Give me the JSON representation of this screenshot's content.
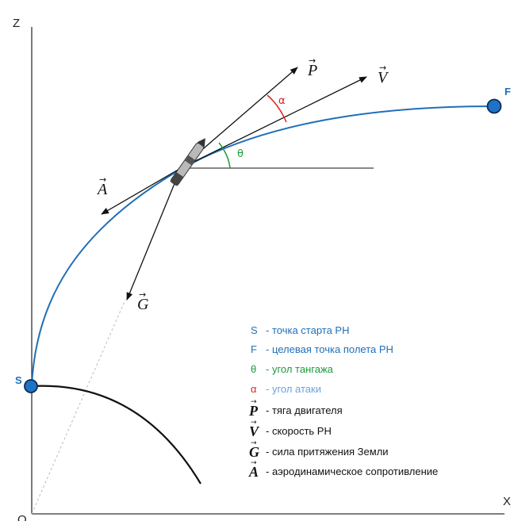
{
  "axes": {
    "z_label": "Z",
    "x_label": "X",
    "origin_label": "O"
  },
  "points": {
    "start": "S",
    "finish": "F"
  },
  "vectors": {
    "P": "P",
    "V": "V",
    "A": "A",
    "G": "G",
    "arrow": "→"
  },
  "angles": {
    "alpha": "α",
    "theta": "θ"
  },
  "legend": [
    {
      "symbol": "S",
      "text": "- точка старта РН",
      "color": "#1f6fb8"
    },
    {
      "symbol": "F",
      "text": "- целевая точка полета РН",
      "color": "#1f6fb8"
    },
    {
      "symbol": "θ",
      "text": "- угол тангажа",
      "color": "#1e9a3a"
    },
    {
      "symbol": "α",
      "text": "- угол атаки",
      "color": "#6aa2dc"
    },
    {
      "symbol": "P",
      "text": "- тяга двигателя",
      "color": "#111111"
    },
    {
      "symbol": "V",
      "text": "- скорость РН",
      "color": "#111111"
    },
    {
      "symbol": "G",
      "text": "- сила притяжения Земли",
      "color": "#111111"
    },
    {
      "symbol": "A",
      "text": "- аэродинамическое сопротивление",
      "color": "#111111"
    }
  ],
  "colors": {
    "trajectory": "#1f6fb8",
    "point_fill": "#1f73c6",
    "alpha": "#e02020",
    "theta": "#1e9a3a",
    "earth": "#111111"
  }
}
